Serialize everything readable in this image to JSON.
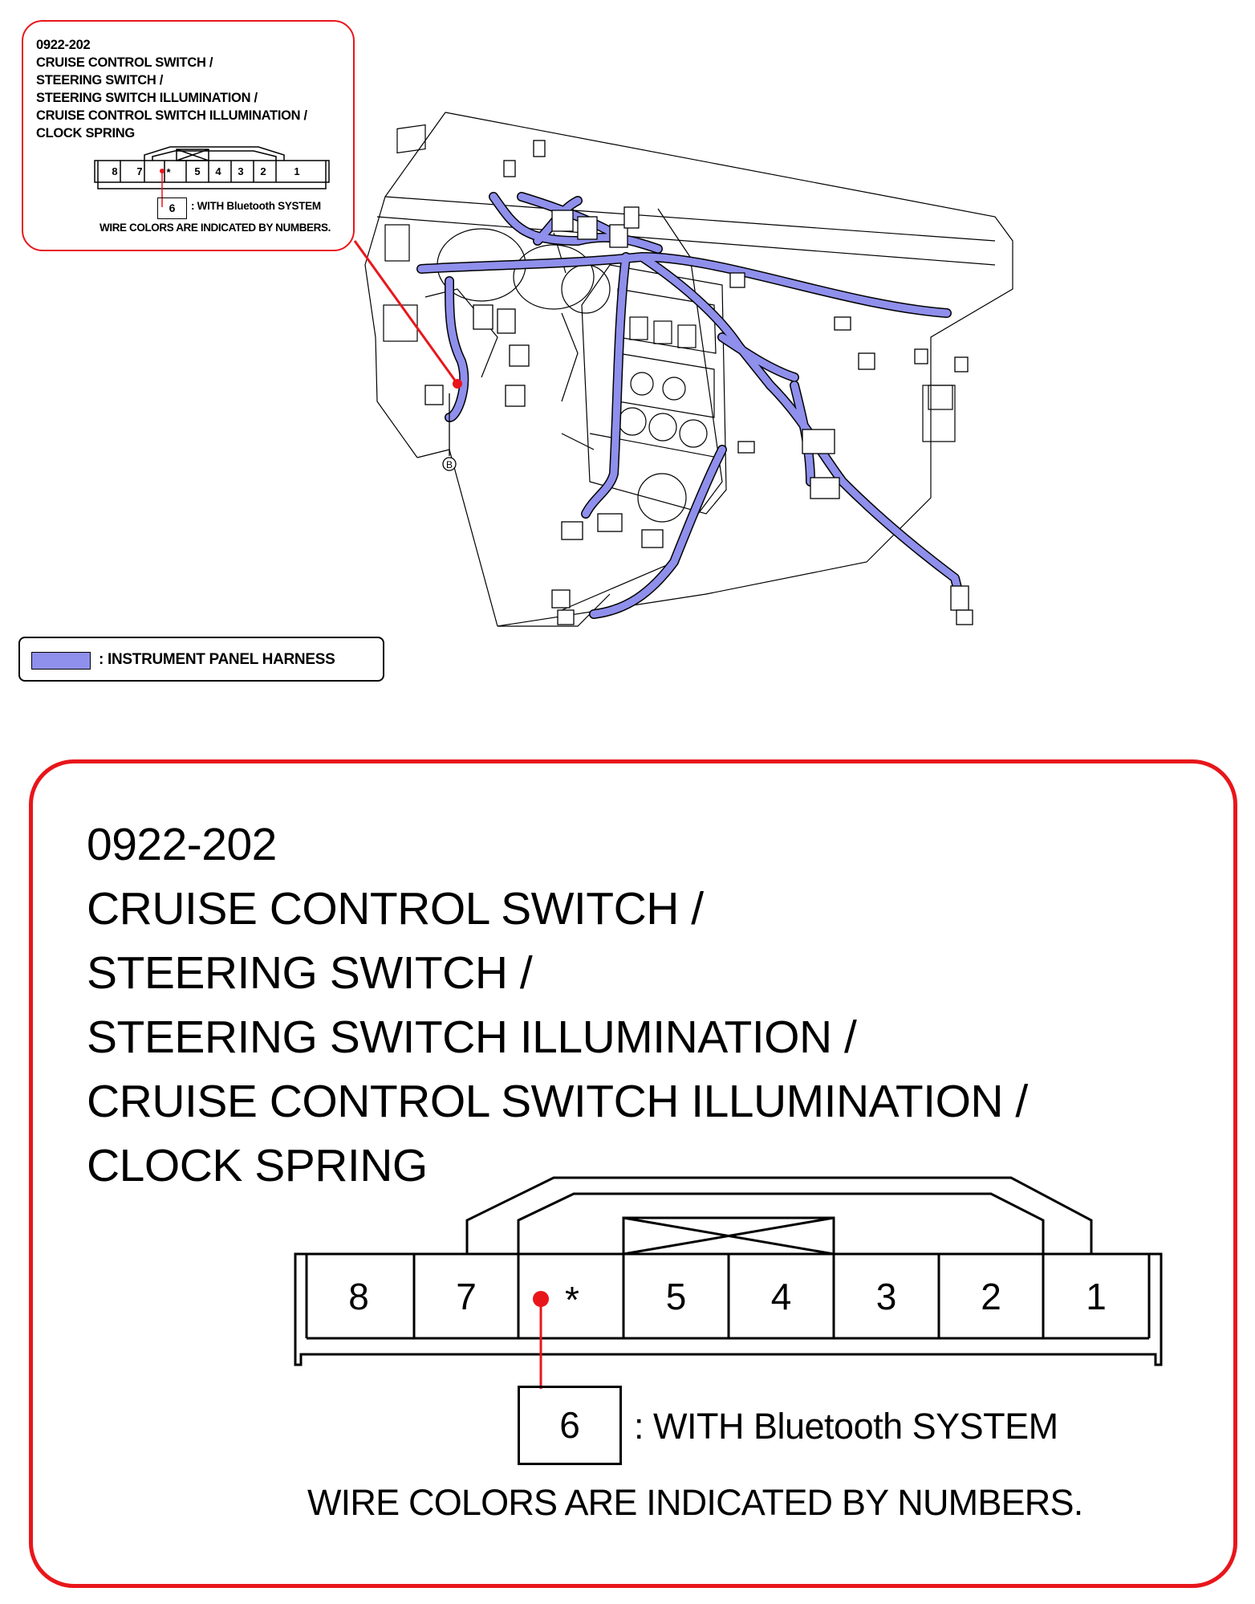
{
  "connector": {
    "code": "0922-202",
    "title_lines": [
      "CRUISE CONTROL SWITCH /",
      "STEERING SWITCH /",
      "STEERING SWITCH ILLUMINATION /",
      "CRUISE CONTROL SWITCH ILLUMINATION /",
      "CLOCK SPRING"
    ],
    "pins": [
      "8",
      "7",
      "*",
      "5",
      "4",
      "3",
      "2",
      "1"
    ],
    "optional_pin": "6",
    "optional_pin_label": ": WITH Bluetooth SYSTEM",
    "note": "WIRE COLORS ARE INDICATED BY NUMBERS."
  },
  "legend": {
    "label": ": INSTRUMENT PANEL HARNESS",
    "swatch_color": "#8f8fec"
  },
  "markers": {
    "ground_point": "B"
  },
  "colors": {
    "callout_border": "#e8161b",
    "harness": "#8f8fec"
  }
}
